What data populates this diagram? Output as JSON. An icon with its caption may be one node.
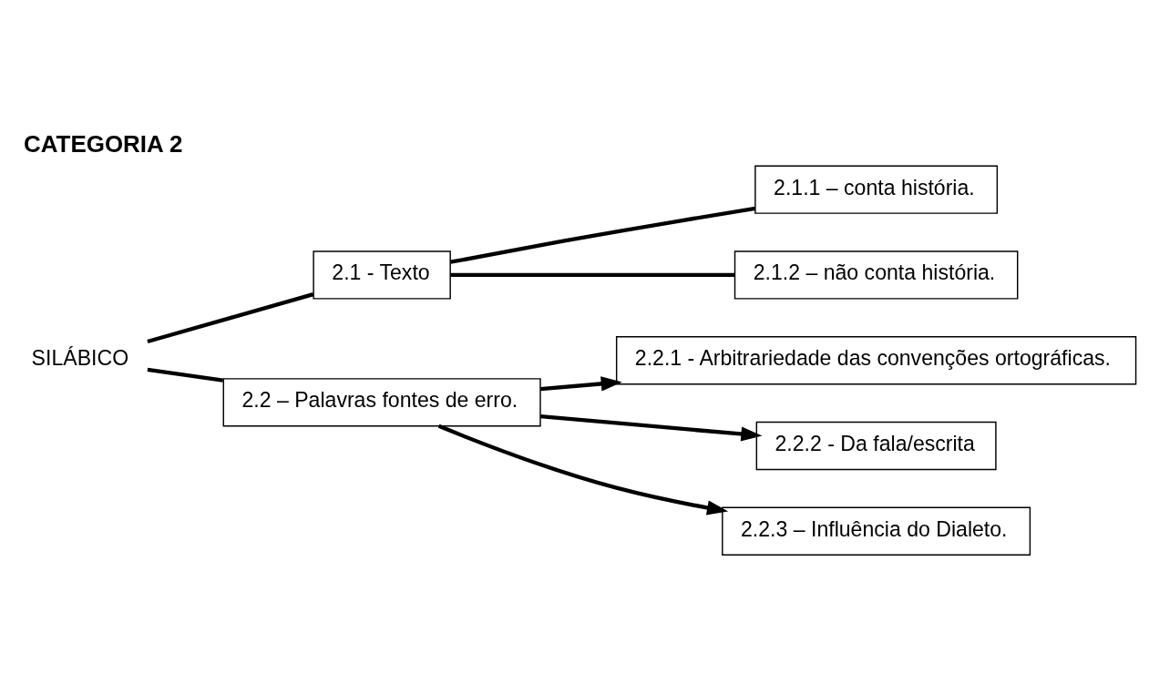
{
  "diagram": {
    "title": "CATEGORIA 2",
    "nodes": [
      {
        "text": [
          "SILÁBICO"
        ]
      },
      {
        "text": [
          "2.1 - Texto"
        ]
      },
      {
        "text": [
          "2.1.1 – conta história."
        ]
      },
      {
        "text": [
          "2.1.2 – não conta história."
        ]
      },
      {
        "text": [
          "2.2 – Palavras fontes de erro."
        ]
      },
      {
        "text": [
          "2.2.1 - Arbitrariedade das convenções ortográficas."
        ]
      },
      {
        "text": [
          "2.2.2 - Da fala/escrita"
        ]
      },
      {
        "text": [
          "2.2.3 – Influência do Dialeto."
        ]
      }
    ],
    "edges": [
      {
        "from": 0,
        "to": 1,
        "arrow": "none"
      },
      {
        "from": 0,
        "to": 4,
        "arrow": "none"
      },
      {
        "from": 1,
        "to": 2,
        "arrow": "none"
      },
      {
        "from": 1,
        "to": 3,
        "arrow": "none"
      },
      {
        "from": 4,
        "to": 5,
        "arrow": "to"
      },
      {
        "from": 4,
        "to": 6,
        "arrow": "to"
      },
      {
        "from": 4,
        "to": 7,
        "arrow": "to"
      }
    ]
  }
}
